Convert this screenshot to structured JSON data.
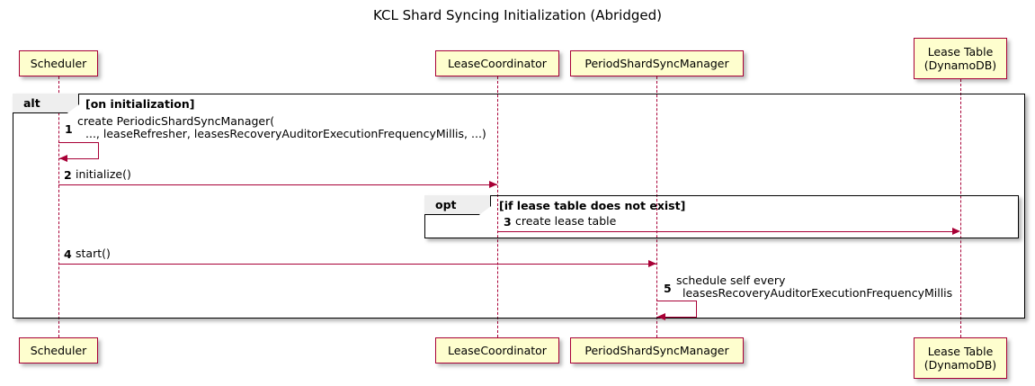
{
  "diagram": {
    "kind": "uml-sequence-diagram",
    "title": "KCL Shard Syncing Initialization (Abridged)",
    "colors": {
      "participant_fill": "#FEFECE",
      "participant_border": "#A80036",
      "arrow": "#A80036",
      "fragment_border": "#000000",
      "fragment_tab_fill": "#EEEEEE",
      "text": "#000000",
      "background": "#FFFFFF"
    }
  },
  "participants": [
    {
      "id": "scheduler",
      "label": "Scheduler"
    },
    {
      "id": "lease_coordinator",
      "label": "LeaseCoordinator"
    },
    {
      "id": "period_shard_sync_manager",
      "label": "PeriodShardSyncManager"
    },
    {
      "id": "lease_table",
      "label": "Lease Table\n(DynamoDB)",
      "line1": "Lease Table",
      "line2": "(DynamoDB)"
    }
  ],
  "fragments": [
    {
      "id": "alt",
      "operator": "alt",
      "guard": "[on initialization]"
    },
    {
      "id": "opt",
      "operator": "opt",
      "guard": "[if lease table does not exist]"
    }
  ],
  "messages": [
    {
      "number": "1",
      "text_line1": "create PeriodicShardSyncManager(",
      "text_line2": "..., leaseRefresher, leasesRecoveryAuditorExecutionFrequencyMillis, ...)",
      "from": "scheduler",
      "to": "scheduler",
      "kind": "self"
    },
    {
      "number": "2",
      "text_line1": "initialize()",
      "text_line2": "",
      "from": "scheduler",
      "to": "lease_coordinator",
      "kind": "sync"
    },
    {
      "number": "3",
      "text_line1": "create lease table",
      "text_line2": "",
      "from": "lease_coordinator",
      "to": "lease_table",
      "kind": "sync"
    },
    {
      "number": "4",
      "text_line1": "start()",
      "text_line2": "",
      "from": "scheduler",
      "to": "period_shard_sync_manager",
      "kind": "sync"
    },
    {
      "number": "5",
      "text_line1": "schedule self every",
      "text_line2": "leasesRecoveryAuditorExecutionFrequencyMillis",
      "from": "period_shard_sync_manager",
      "to": "period_shard_sync_manager",
      "kind": "self"
    }
  ]
}
